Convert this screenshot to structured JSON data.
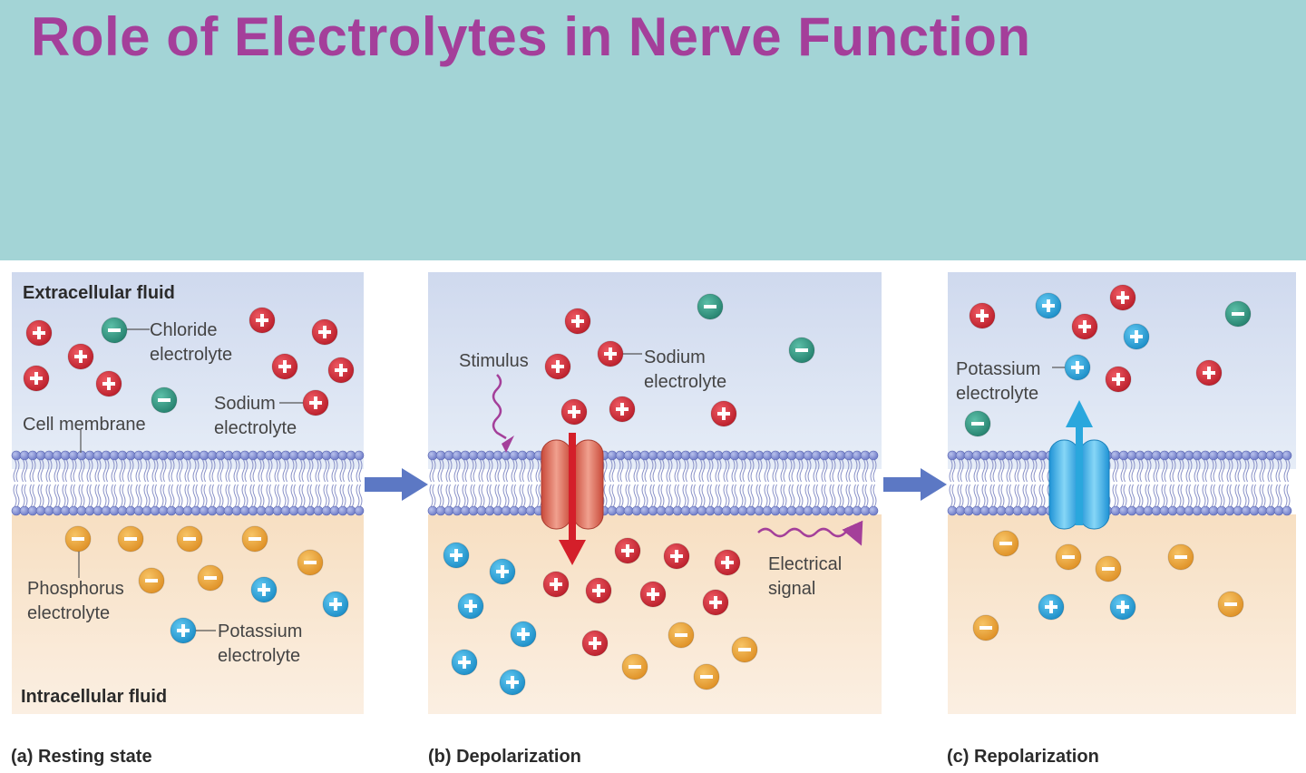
{
  "title": "Role of Electrolytes in Nerve Function",
  "colors": {
    "header_bg": "#a3d4d6",
    "title_text": "#a43f9a",
    "sodium": "#d42a36",
    "potassium": "#2aa7dd",
    "chloride": "#2f9b84",
    "phosphorus": "#eda53b",
    "arrow": "#5c78c4",
    "signal": "#a43f9a"
  },
  "icons": [
    "sodium-ion-icon",
    "potassium-ion-icon",
    "chloride-ion-icon",
    "phosphorus-ion-icon",
    "process-arrow-icon",
    "ion-channel-icon",
    "stimulus-icon",
    "electrical-signal-icon"
  ],
  "panels": {
    "a": {
      "caption": "(a) Resting state",
      "extracellular": "Extracellular fluid",
      "intracellular": "Intracellular fluid",
      "membrane": "Cell membrane",
      "chloride": [
        "Chloride",
        "electrolyte"
      ],
      "sodium": [
        "Sodium",
        "electrolyte"
      ],
      "phosphorus": [
        "Phosphorus",
        "electrolyte"
      ],
      "potassium": [
        "Potassium",
        "electrolyte"
      ]
    },
    "b": {
      "caption": "(b) Depolarization",
      "stimulus": "Stimulus",
      "sodium": [
        "Sodium",
        "electrolyte"
      ],
      "signal": [
        "Electrical",
        "signal"
      ]
    },
    "c": {
      "caption": "(c) Repolarization",
      "potassium": [
        "Potassium",
        "electrolyte"
      ]
    }
  }
}
